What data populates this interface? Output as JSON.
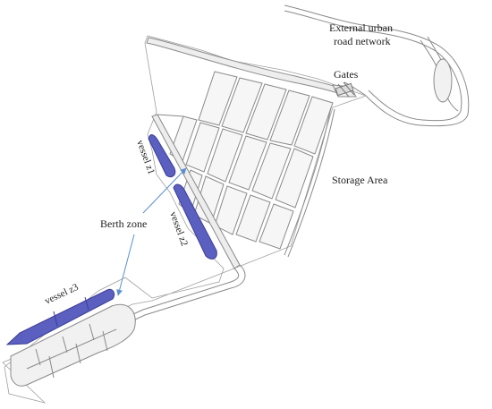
{
  "labels": {
    "external_road": [
      "External urban",
      "road network"
    ],
    "gates": "Gates",
    "storage_area": "Storage Area",
    "berth_zone": "Berth zone"
  },
  "vessels": [
    {
      "label": "vessel z1"
    },
    {
      "label": "vessel z2"
    },
    {
      "label": "vessel z3"
    }
  ],
  "colors": {
    "vessel": "#5a5fc0",
    "vessel_outline": "#3c3f94",
    "road_outline": "#8a8a8a",
    "road_fill": "#e9e9e9",
    "arrow": "#5b8fd1",
    "boundary": "#9a9a9a"
  }
}
